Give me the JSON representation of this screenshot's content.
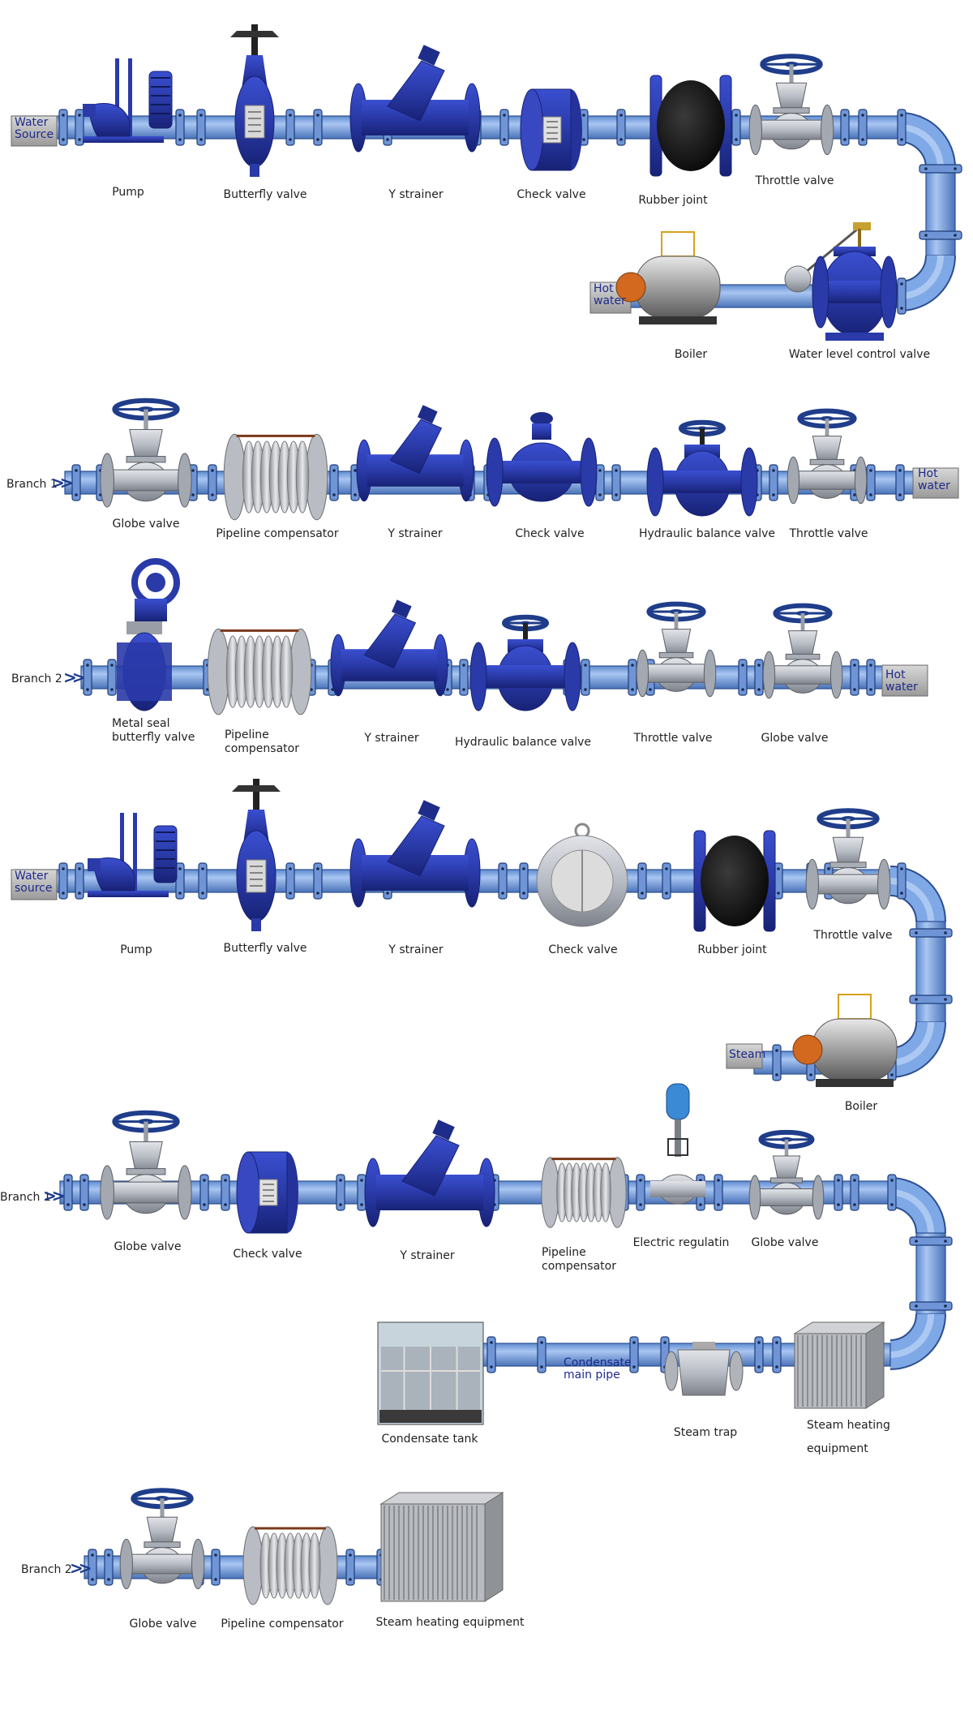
{
  "diagram1": {
    "source_tag": [
      "Water",
      "Source"
    ],
    "labels": {
      "pump": "Pump",
      "butterfly": "Butterfly valve",
      "ystrainer": "Y strainer",
      "check": "Check valve",
      "rubber": "Rubber joint",
      "throttle": "Throttle valve",
      "boiler": "Boiler",
      "wlc": "Water level control valve"
    },
    "end_tag": [
      "Hot",
      "water"
    ]
  },
  "branch1": {
    "name": "Branch 1",
    "labels": {
      "globe": "Globe valve",
      "compensator": "Pipeline compensator",
      "ystrainer": "Y strainer",
      "check": "Check valve",
      "hydraulic": "Hydraulic balance valve",
      "throttle": "Throttle valve"
    },
    "end_tag": [
      "Hot",
      "water"
    ]
  },
  "branch2": {
    "name": "Branch 2",
    "labels": {
      "metal_seal": [
        "Metal seal",
        "butterfly valve"
      ],
      "compensator": [
        "Pipeline",
        "compensator"
      ],
      "ystrainer": "Y strainer",
      "hydraulic": "Hydraulic balance valve",
      "throttle": "Throttle valve",
      "globe": "Globe valve"
    },
    "end_tag": [
      "Hot",
      "water"
    ]
  },
  "diagram2": {
    "source_tag": [
      "Water",
      "source"
    ],
    "labels": {
      "pump": "Pump",
      "butterfly": "Butterfly valve",
      "ystrainer": "Y strainer",
      "check": "Check valve",
      "rubber": "Rubber joint",
      "throttle": "Throttle valve",
      "boiler": "Boiler"
    },
    "end_tag": "Steam"
  },
  "branch3": {
    "name": "Branch 1",
    "labels": {
      "globe": "Globe valve",
      "check": "Check valve",
      "ystrainer": "Y strainer",
      "compensator": [
        "Pipeline",
        "compensator"
      ],
      "electric": "Electric regulatin",
      "globe2": "Globe valve",
      "tank": "Condensate tank",
      "trap": "Steam trap",
      "heating": [
        "Steam heating",
        "equipment"
      ]
    },
    "pipe_tag": [
      "Condensate",
      "main pipe"
    ]
  },
  "branch4": {
    "name": "Branch 2",
    "labels": {
      "globe": "Globe valve",
      "compensator": "Pipeline compensator",
      "heating": "Steam heating equipment"
    }
  },
  "colors": {
    "pipe": "#7fa8e6",
    "valve_blue": "#2a3aa8",
    "steel": "#b8bcc4",
    "handwheel": "#1f3d8a"
  }
}
